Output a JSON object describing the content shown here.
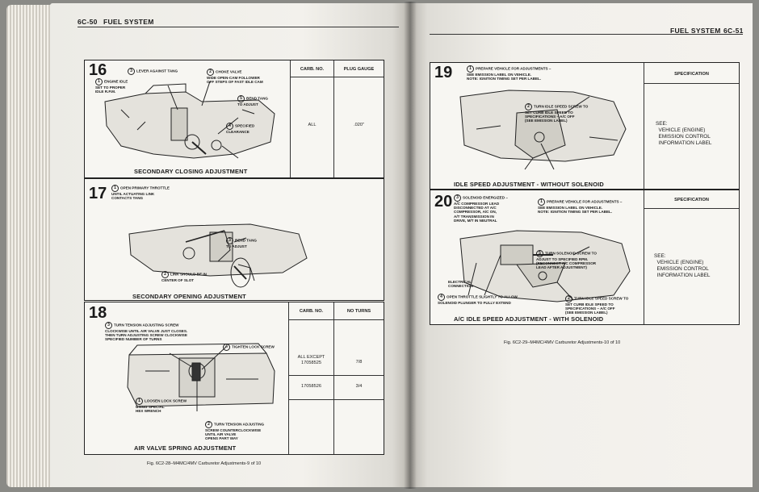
{
  "left_page": {
    "page_number": "6C-50",
    "section": "FUEL SYSTEM",
    "figure_caption": "Fig. 6C2-28–M4MC/4MV Carburetor Adjustments-9 of 10",
    "step16": {
      "number": "16",
      "title": "SECONDARY CLOSING ADJUSTMENT",
      "callouts": [
        "LEVER AGAINST TANG",
        "CHOKE VALVE\nWIDE OPEN-CAM FOLLOWER\nOFF STEPS OF FAST IDLE CAM",
        "ENGINE IDLE\nSET TO PROPER\nIDLE R.P.M.",
        "BEND TANG\nTO ADJUST",
        "SPECIFIED\nCLEARANCE"
      ],
      "callout_nums": [
        "3",
        "2",
        "1",
        "5",
        "4"
      ],
      "col1": "CARB. NO.",
      "col2": "PLUG GAUGE",
      "row_carb": "ALL",
      "row_gauge": ".020\""
    },
    "step17": {
      "number": "17",
      "title": "SECONDARY OPENING ADJUSTMENT",
      "callouts": [
        "OPEN PRIMARY THROTTLE\nUNTIL ACTUATING LINK\nCONTACTS TANG",
        "BEND TANG\nTO ADJUST",
        "LINK SHOULD BE IN\nCENTER OF SLOT"
      ],
      "callout_nums": [
        "1",
        "3",
        "2"
      ]
    },
    "step18": {
      "number": "18",
      "title": "AIR VALVE SPRING ADJUSTMENT",
      "callouts": [
        "TURN TENSION ADJUSTING SCREW\nCLOCKWISE UNTIL AIR VALVE JUST CLOSES.\nTHEN TURN ADJUSTING SCREW CLOCKWISE\nSPECIFIED NUMBER OF TURNS",
        "TIGHTEN LOCK SCREW",
        "LOOSEN LOCK SCREW\nUSING SPECIAL\nHEX WRENCH",
        "TURN TENSION ADJUSTING\nSCREW COUNTERCLOCKWISE\nUNTIL AIR VALVE\nOPENS PART WAY"
      ],
      "callout_nums": [
        "3",
        "4",
        "1",
        "2"
      ],
      "col1": "CARB. NO.",
      "col2": "NO TURNS",
      "rows": [
        {
          "carb": "ALL EXCEPT\n17058525",
          "turns": "7/8"
        },
        {
          "carb": "17058526",
          "turns": "3/4"
        }
      ]
    }
  },
  "right_page": {
    "section": "FUEL SYSTEM",
    "page_number": "6C-51",
    "figure_caption": "Fig. 6C2-29–M4MC/4MV Carburetor Adjustments-10 of 10",
    "step19": {
      "number": "19",
      "title": "IDLE SPEED ADJUSTMENT - WITHOUT SOLENOID",
      "callouts": [
        "PREPARE VEHICLE FOR ADJUSTMENTS –\nSEE EMISSION LABEL ON VEHICLE.\nNOTE: IGNITION TIMING SET PER LABEL.",
        "TURN IDLE SPEED SCREW TO\nSET CURB IDLE SPEED TO\nSPECIFICATIONS – A/C OFF\n(SEE EMISSION LABEL)"
      ],
      "callout_nums": [
        "1",
        "2"
      ],
      "spec_header": "SPECIFICATION",
      "spec_text": "SEE:\n  VEHICLE (ENGINE)\n  EMISSION CONTROL\n  INFORMATION LABEL"
    },
    "step20": {
      "number": "20",
      "title": "A/C IDLE SPEED ADJUSTMENT - WITH SOLENOID",
      "callouts": [
        "SOLENOID ENERGIZED –\nA/C COMPRESSOR LEAD\nDISCONNECTED AT A/C\nCOMPRESSOR, A/C ON,\nA/T TRANSMISSION IN\nDRIVE, M/T IN NEUTRAL",
        "PREPARE VEHICLE FOR ADJUSTMENTS –\nSEE EMISSION LABEL ON VEHICLE.\nNOTE: IGNITION TIMING SET PER LABEL.",
        "TURN SOLENOID SCREW TO\nADJUST TO SPECIFIED RPM.\n(RECONNECT A/C COMPRESSOR\nLEAD AFTER ADJUSTMENT)",
        "ELECTRICAL\nCONNECTION",
        "OPEN THROTTLE SLIGHTLY TO ALLOW\nSOLENOID PLUNGER TO FULLY EXTEND",
        "TURN IDLE SPEED SCREW TO\nSET CURB IDLE SPEED TO\nSPECIFICATIONS – A/C OFF\n(SEE EMISSION LABEL)"
      ],
      "callout_nums": [
        "3",
        "1",
        "5",
        "",
        "4",
        "2"
      ],
      "spec_header": "SPECIFICATION",
      "spec_text": "SEE:\n  VEHICLE (ENGINE)\n  EMISSION CONTROL\n  INFORMATION LABEL"
    }
  }
}
